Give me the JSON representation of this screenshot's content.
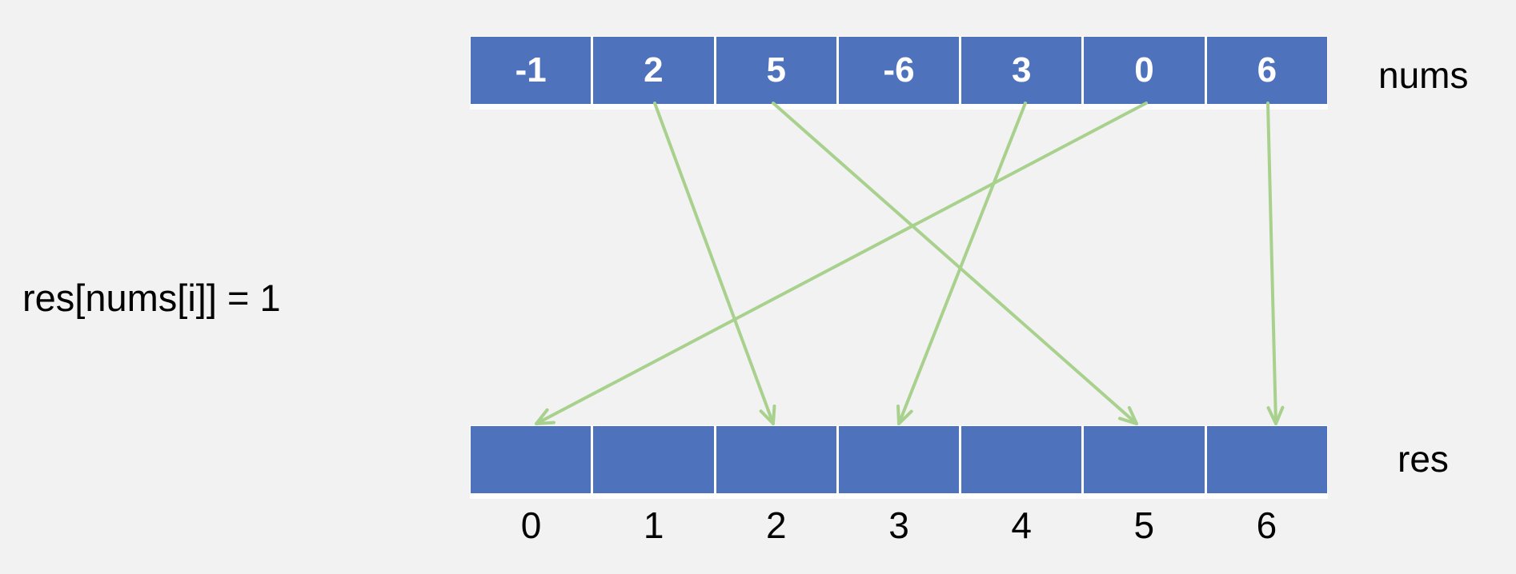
{
  "formula": "res[nums[i]] = 1",
  "labels": {
    "nums": "nums",
    "res": "res"
  },
  "nums": [
    "-1",
    "2",
    "5",
    "-6",
    "3",
    "0",
    "6"
  ],
  "res": [
    "",
    "",
    "",
    "",
    "",
    "",
    ""
  ],
  "indices": [
    "0",
    "1",
    "2",
    "3",
    "4",
    "5",
    "6"
  ],
  "arrow_color": "#a9d18e",
  "cell_color": "#4f72bd",
  "background_color": "#f2f2f2",
  "mappings": [
    {
      "from_index": 1,
      "to_index": 2
    },
    {
      "from_index": 2,
      "to_index": 5
    },
    {
      "from_index": 4,
      "to_index": 3
    },
    {
      "from_index": 5,
      "to_index": 0
    },
    {
      "from_index": 6,
      "to_index": 6
    }
  ]
}
